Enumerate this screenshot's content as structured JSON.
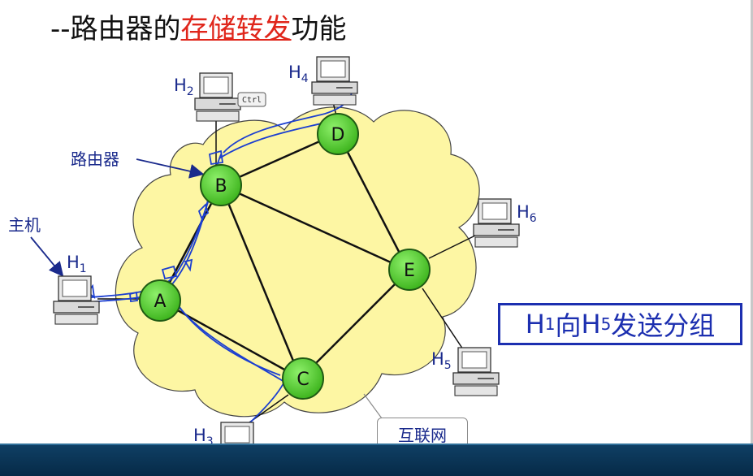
{
  "title": {
    "prefix": "--路由器的",
    "highlight": "存储转发",
    "suffix": "功能"
  },
  "labels": {
    "router": "路由器",
    "host": "主机",
    "internet": "互联网"
  },
  "callout": {
    "text_h1": "H",
    "sub_1": "1",
    "middle": "向",
    "text_h5": "H",
    "sub_5": "5",
    "tail": "发送分组"
  },
  "routers": [
    {
      "id": "A",
      "label": "A"
    },
    {
      "id": "B",
      "label": "B"
    },
    {
      "id": "C",
      "label": "C"
    },
    {
      "id": "D",
      "label": "D"
    },
    {
      "id": "E",
      "label": "E"
    }
  ],
  "hosts": [
    {
      "id": "H1",
      "letter": "H",
      "sub": "1"
    },
    {
      "id": "H2",
      "letter": "H",
      "sub": "2"
    },
    {
      "id": "H3",
      "letter": "H",
      "sub": "3"
    },
    {
      "id": "H4",
      "letter": "H",
      "sub": "4"
    },
    {
      "id": "H5",
      "letter": "H",
      "sub": "5"
    },
    {
      "id": "H6",
      "letter": "H",
      "sub": "6"
    }
  ],
  "keyboard_tag": "Ctrl",
  "colors": {
    "cloud": "#fdf6a3",
    "router_fill": "#57d63a",
    "router_stroke": "#1f5a14",
    "link": "#111111",
    "annotation": "#1c3fd0",
    "accent_red": "#e0261b"
  }
}
